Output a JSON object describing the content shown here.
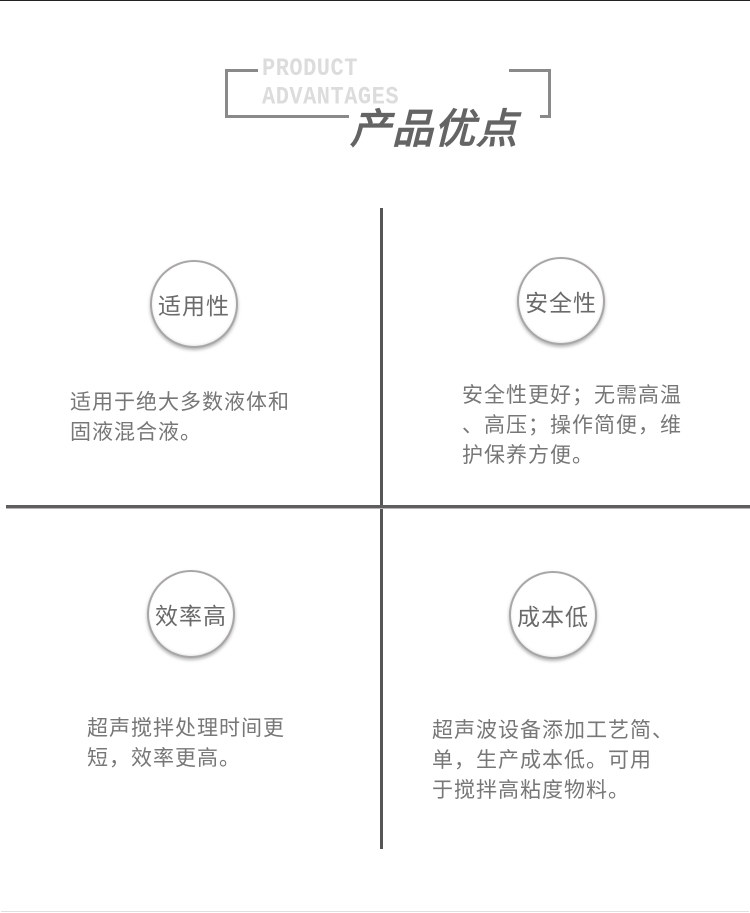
{
  "header": {
    "title_en": "PRODUCT ADVANTAGES",
    "title_cn": "产品优点"
  },
  "colors": {
    "divider": "#555555",
    "badge_border": "#a8a6a6",
    "text": "#777777",
    "title_en": "#dcdcdc",
    "title_cn": "#646464"
  },
  "advantages": [
    {
      "title": "适用性",
      "description": "适用于绝大多数液体和\n固液混合液。"
    },
    {
      "title": "安全性",
      "description": "安全性更好；无需高温\n、高压；操作简便，维\n护保养方便。"
    },
    {
      "title": "效率高",
      "description": "超声搅拌处理时间更\n短，效率更高。"
    },
    {
      "title": "成本低",
      "description": "超声波设备添加工艺简、\n单，生产成本低。可用\n于搅拌高粘度物料。"
    }
  ]
}
